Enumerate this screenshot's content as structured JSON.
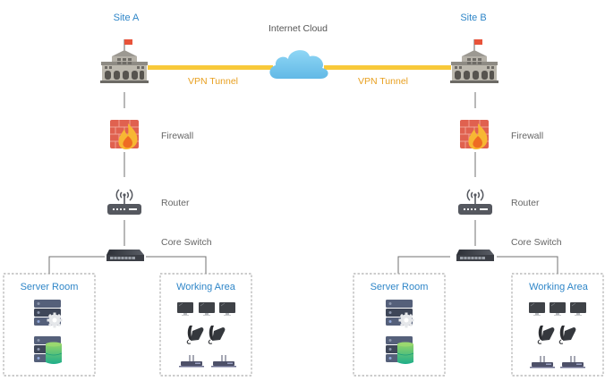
{
  "diagram": {
    "cloud": {
      "label": "Internet Cloud",
      "icon": "cloud-icon",
      "color": "#7fcdef"
    },
    "tunnels": [
      {
        "label": "VPN Tunnel",
        "color": "#f8c93a"
      },
      {
        "label": "VPN Tunnel",
        "color": "#f8c93a"
      }
    ],
    "sites": [
      {
        "name": "Site A",
        "building_icon": "building-icon",
        "firewall": {
          "label": "Firewall",
          "icon": "firewall-icon"
        },
        "router": {
          "label": "Router",
          "icon": "router-icon"
        },
        "core_switch": {
          "label": "Core Switch",
          "icon": "switch-icon"
        },
        "server_room": {
          "title": "Server Room",
          "icons": [
            "server-settings-icon",
            "server-database-icon"
          ]
        },
        "working_area": {
          "title": "Working Area",
          "icons": [
            "monitor-icon",
            "monitor-icon",
            "monitor-icon",
            "phone-icon",
            "phone-icon",
            "wireless-router-icon",
            "wireless-router-icon"
          ]
        }
      },
      {
        "name": "Site B",
        "building_icon": "building-icon",
        "firewall": {
          "label": "Firewall",
          "icon": "firewall-icon"
        },
        "router": {
          "label": "Router",
          "icon": "router-icon"
        },
        "core_switch": {
          "label": "Core Switch",
          "icon": "switch-icon"
        },
        "server_room": {
          "title": "Server Room",
          "icons": [
            "server-settings-icon",
            "server-database-icon"
          ]
        },
        "working_area": {
          "title": "Working Area",
          "icons": [
            "monitor-icon",
            "monitor-icon",
            "monitor-icon",
            "phone-icon",
            "phone-icon",
            "wireless-router-icon",
            "wireless-router-icon"
          ]
        }
      }
    ],
    "colors": {
      "site_title": "#2f86c8",
      "vpn_label": "#e8a020",
      "device_label": "#666666",
      "connector": "#707070",
      "firewall": "#e0614f",
      "flame": "#f7b733",
      "device_dark": "#55585f",
      "server": "#4b5568"
    }
  }
}
